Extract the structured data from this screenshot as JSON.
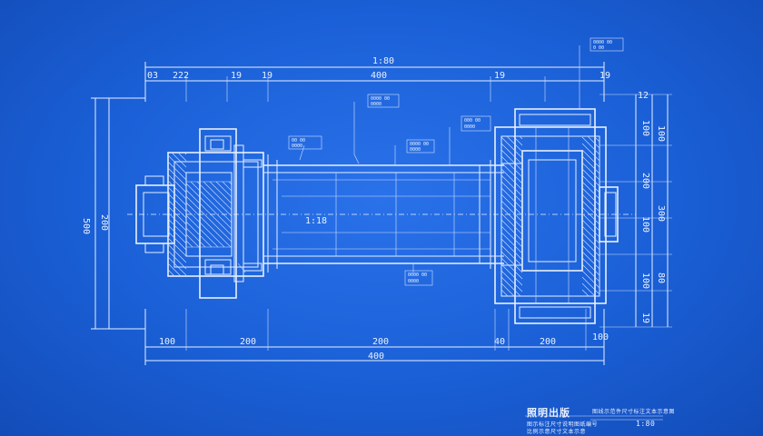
{
  "dimensions": {
    "top": {
      "overall": "1:80",
      "seg1": "03",
      "seg2": "222",
      "seg3": "19",
      "seg4": "19",
      "seg5": "400",
      "seg6": "19",
      "seg7": "19"
    },
    "bottom": {
      "overall": "400",
      "seg1": "100",
      "seg2": "200",
      "seg3": "200",
      "seg4": "40",
      "seg5": "200",
      "seg6": "100"
    },
    "left": {
      "outer": "500",
      "inner": "200"
    },
    "right": {
      "top": "12",
      "d1": "100",
      "d2": "200",
      "d3": "300",
      "d4": "100",
      "d5": "100",
      "d6": "100",
      "d7": "80",
      "d8": "19"
    },
    "center_mark": "1:18"
  },
  "callouts": {
    "c1": [
      "0000 00",
      "0 00"
    ],
    "c2": [
      "0000 00",
      "0000"
    ],
    "c3": [
      "00 00",
      "0000"
    ],
    "c4": [
      "0000 00",
      "0000"
    ],
    "c5": [
      "000 00",
      "0000"
    ],
    "c6": [
      "0000 00",
      "0000"
    ]
  },
  "title_block": {
    "title": "照明出版",
    "line1": "图线示范件尺寸标注文本示意图",
    "line2": "图示标注尺寸说明图纸编号",
    "line3": "比例示意尺寸文本示意",
    "code": "1:80"
  }
}
